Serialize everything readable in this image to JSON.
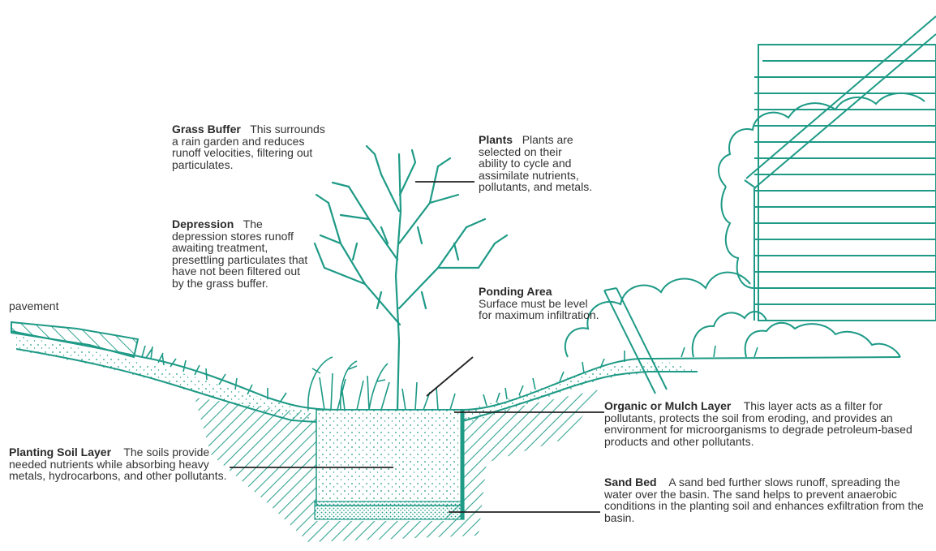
{
  "labels": {
    "pavement": "pavement",
    "grass_buffer": {
      "title": "Grass Buffer",
      "body": "This surrounds a rain garden and reduces runoff velocities, filtering out particulates."
    },
    "depression": {
      "title": "Depression",
      "body": "The depression stores runoff awaiting treatment, presettling particulates that have not been filtered out by the grass buffer."
    },
    "plants": {
      "title": "Plants",
      "body": "Plants are selected on their ability to cycle and assimilate nutrients, pollutants, and metals."
    },
    "ponding_area": {
      "title": "Ponding Area",
      "body": "Surface must be level for maximum infiltration."
    },
    "mulch_layer": {
      "title": "Organic or Mulch Layer",
      "body": "This layer acts as a filter for pollutants, protects the soil from eroding, and provides an environment for microorganisms to degrade petroleum-based products and other pollutants."
    },
    "sand_bed": {
      "title": "Sand Bed",
      "body": "A sand bed further slows runoff, spreading the water over the basin. The sand helps to prevent anaerobic conditions in the planting soil and enhances exfiltration from the basin."
    },
    "planting_soil": {
      "title": "Planting Soil Layer",
      "body": "The soils provide needed nutrients while absorbing heavy metals, hydrocarbons, and other pollutants."
    }
  },
  "colors": {
    "line": "#1e9a86",
    "text": "#333333",
    "leader": "#222222"
  }
}
